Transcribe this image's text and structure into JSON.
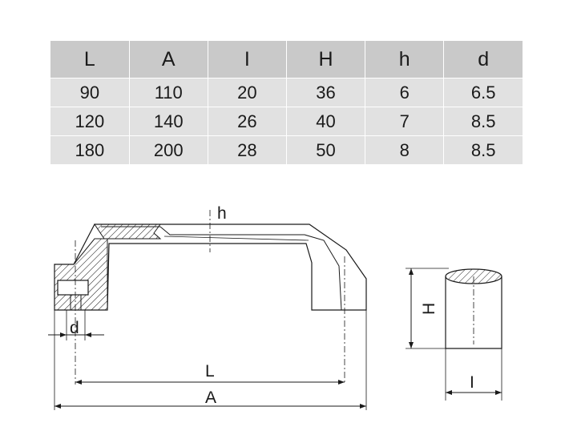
{
  "table": {
    "headers": [
      "L",
      "A",
      "I",
      "H",
      "h",
      "d"
    ],
    "rows": [
      [
        "90",
        "110",
        "20",
        "36",
        "6",
        "6.5"
      ],
      [
        "120",
        "140",
        "26",
        "40",
        "7",
        "8.5"
      ],
      [
        "180",
        "200",
        "28",
        "50",
        "8",
        "8.5"
      ]
    ]
  },
  "drawing": {
    "front_view": {
      "dim_h": "h",
      "dim_d": "d",
      "dim_L": "L",
      "dim_A": "A"
    },
    "side_view": {
      "dim_H": "H",
      "dim_I": "I"
    }
  },
  "colors": {
    "header_bg": "#c9c9c9",
    "row_bg": "#e1e1e1",
    "line": "#1a1a1a"
  }
}
